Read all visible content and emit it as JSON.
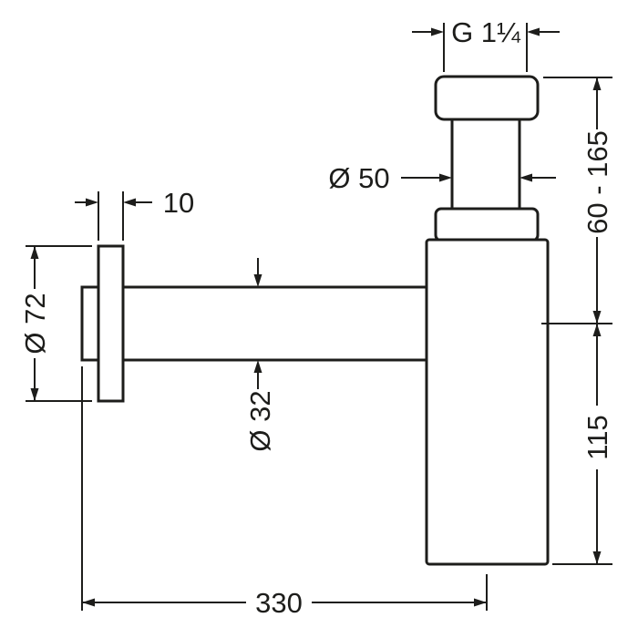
{
  "drawing": {
    "colors": {
      "line": "#1d1d1b",
      "background": "#ffffff"
    },
    "dimensions": {
      "thread_size": "G 1¼",
      "riser_diameter": "Ø 50",
      "height_range": "60 - 165",
      "body_height": "115",
      "flange_diameter": "Ø 72",
      "flange_thickness": "10",
      "outlet_diameter": "Ø 32",
      "projection": "330"
    }
  }
}
